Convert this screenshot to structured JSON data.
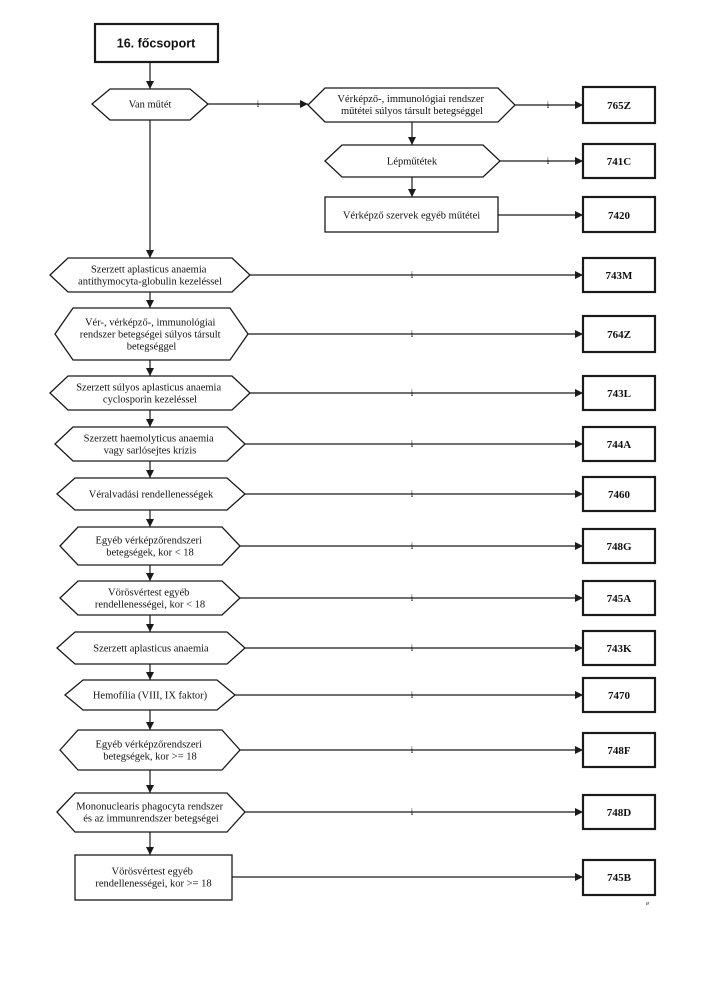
{
  "header": {
    "label": "16. főcsoport"
  },
  "surgery": {
    "decision": {
      "lines": [
        "Van műtét"
      ],
      "edge_label": "i"
    },
    "items": [
      {
        "lines": [
          "Vérképző-, immunológiai rendszer",
          "műtétei súlyos társult betegséggel"
        ],
        "edge_label": "i",
        "code": "765Z"
      },
      {
        "lines": [
          "Lépműtétek"
        ],
        "edge_label": "i",
        "code": "741C"
      },
      {
        "lines": [
          "Vérképző szervek egyéb műtétei"
        ],
        "code": "7420"
      }
    ]
  },
  "main_branch": [
    {
      "lines": [
        "Szerzett aplasticus anaemia",
        "antithymocyta-globulin kezeléssel"
      ],
      "edge_label": "i",
      "code": "743M"
    },
    {
      "lines": [
        "Vér-, vérképző-, immunológiai",
        "rendszer betegségei súlyos társult",
        "betegséggel"
      ],
      "edge_label": "i",
      "code": "764Z"
    },
    {
      "lines": [
        "Szerzett súlyos aplasticus anaemia",
        "cyclosporin kezeléssel"
      ],
      "edge_label": "i",
      "code": "743L"
    },
    {
      "lines": [
        "Szerzett haemolyticus anaemia",
        "vagy sarlósejtes krízis"
      ],
      "edge_label": "i",
      "code": "744A"
    },
    {
      "lines": [
        "Véralvadási rendellenességek"
      ],
      "edge_label": "i",
      "code": "7460"
    },
    {
      "lines": [
        "Egyéb vérképzőrendszeri",
        "betegségek, kor < 18"
      ],
      "edge_label": "i",
      "code": "748G"
    },
    {
      "lines": [
        "Vörösvértest egyéb",
        "rendellenességei, kor < 18"
      ],
      "edge_label": "i",
      "code": "745A"
    },
    {
      "lines": [
        "Szerzett aplasticus anaemia"
      ],
      "edge_label": "i",
      "code": "743K"
    },
    {
      "lines": [
        "Hemofília (VIII, IX faktor)"
      ],
      "edge_label": "i",
      "code": "7470"
    },
    {
      "lines": [
        "Egyéb vérképzőrendszeri",
        "betegségek, kor >= 18"
      ],
      "edge_label": "i",
      "code": "748F"
    },
    {
      "lines": [
        "Mononuclearis phagocyta rendszer",
        "és az immunrendszer betegségei"
      ],
      "edge_label": "i",
      "code": "748D"
    },
    {
      "lines": [
        "Vörösvértest egyéb",
        "rendellenességei, kor >= 18"
      ],
      "code": "745B"
    }
  ],
  "footnote_mark": "ø",
  "colors": {
    "stroke": "#1a1a1a",
    "background": "#ffffff"
  }
}
